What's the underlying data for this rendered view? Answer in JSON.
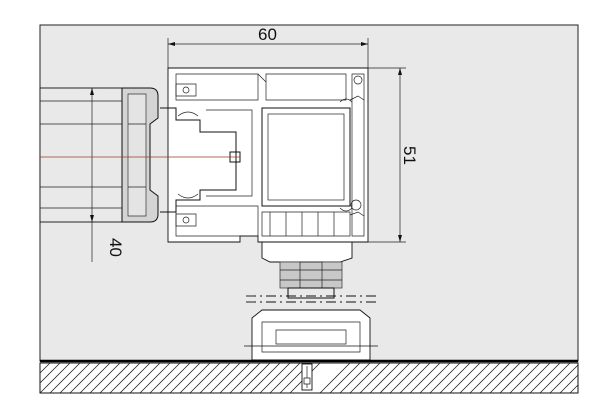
{
  "dimensions": {
    "width_label": "60",
    "height_label": "51",
    "glass_label": "40"
  },
  "colors": {
    "background_panel": "#e9e9e9",
    "line": "#111111",
    "section_fill": "#c8c8c8",
    "axis_line": "#9c3a2a"
  }
}
